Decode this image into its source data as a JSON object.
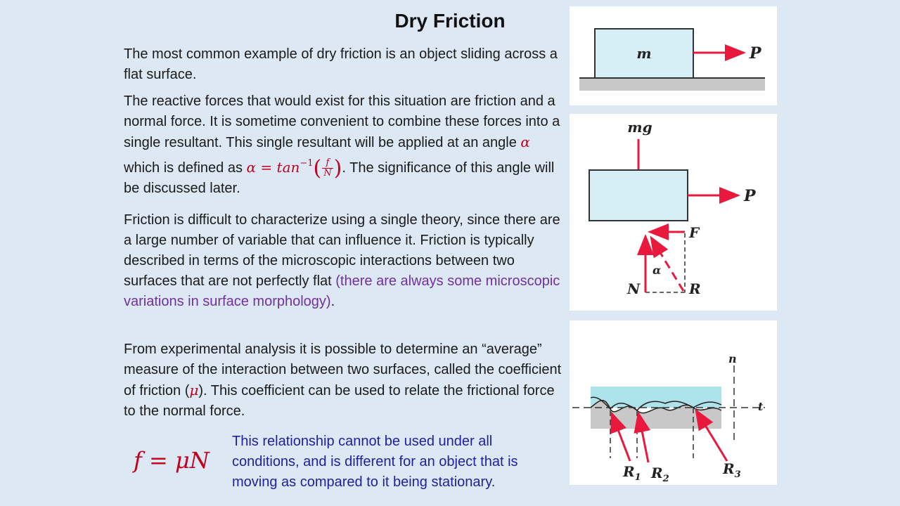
{
  "title": "Dry Friction",
  "paragraphs": {
    "p1": "The most common example of dry friction is an object sliding across a flat surface.",
    "p2_a": "The reactive forces that would exist for this situation are friction and a normal force.  It is sometime convenient to combine these forces into a single resultant.  This single resultant will be applied at an angle ",
    "p2_alpha": "α",
    "p2_b": " which is defined as ",
    "p2_c": ".  The significance of this angle will be discussed later.",
    "p3_a": "Friction is difficult to characterize using a single theory, since there are a large number of variable that can influence it.  Friction is typically described in terms of the microscopic interactions between two surfaces that are not perfectly flat ",
    "p3_purple": "(there are always some microscopic variations in surface morphology)",
    "p3_b": ".",
    "p4_a": "From experimental analysis it is possible to determine an “average” measure of the interaction between two surfaces, called the coefficient of friction (",
    "p4_mu": "μ",
    "p4_b": ").  This coefficient can be used to relate the frictional force to the normal force."
  },
  "angle_formula": {
    "lhs": "α = tan",
    "exp": "−1",
    "num": "f",
    "den": "N"
  },
  "equation": "f = μN",
  "note": "This relationship cannot be used under all conditions, and is different for an object that is moving as compared to it being stationary.",
  "diagram1": {
    "mass": "m",
    "force": "P"
  },
  "diagram2": {
    "weight": "mg",
    "force": "P",
    "friction": "F",
    "normal": "N",
    "resultant": "R",
    "angle": "α"
  },
  "diagram3": {
    "normal": "n",
    "tangent": "t",
    "r1": "R",
    "r1_sub": "1",
    "r2": "R",
    "r2_sub": "2",
    "r3": "R",
    "r3_sub": "3"
  },
  "colors": {
    "background": "#dde8f5",
    "block": "#d6eef5",
    "arrow": "#e8193c",
    "ground": "#c8c8c8",
    "equation": "#c0001e",
    "note": "#2020a0",
    "purple": "#7030a0"
  }
}
